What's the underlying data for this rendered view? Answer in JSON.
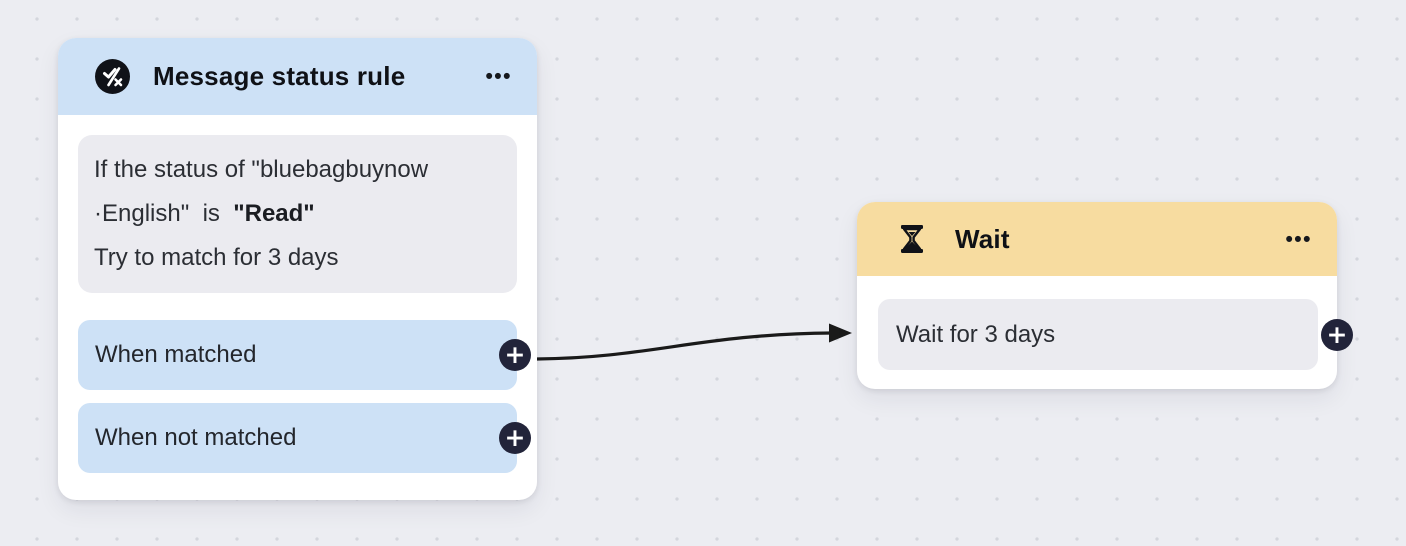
{
  "canvas": {
    "background_color": "#ECEDF2",
    "dot_color": "#D4D6DD",
    "connector_color": "#1A1A1A"
  },
  "glyphs": {
    "plus": "+",
    "more": "•••"
  },
  "rule_node": {
    "title": "Message status rule",
    "icon": "check-cross-rule-icon",
    "header_color": "#CDE1F6",
    "condition": {
      "line1": "If the status of \"bluebagbuynow",
      "line2_text": "·English\"  is  ",
      "line2_bold": "\"Read\"",
      "line3": "Try to match for 3 days"
    },
    "branches": [
      {
        "label": "When matched"
      },
      {
        "label": "When not matched"
      }
    ]
  },
  "wait_node": {
    "title": "Wait",
    "icon": "hourglass-icon",
    "header_color": "#F7DCA0",
    "body": "Wait for 3 days"
  },
  "connector": {
    "from": "message-status-rule / When matched",
    "to": "wait"
  }
}
